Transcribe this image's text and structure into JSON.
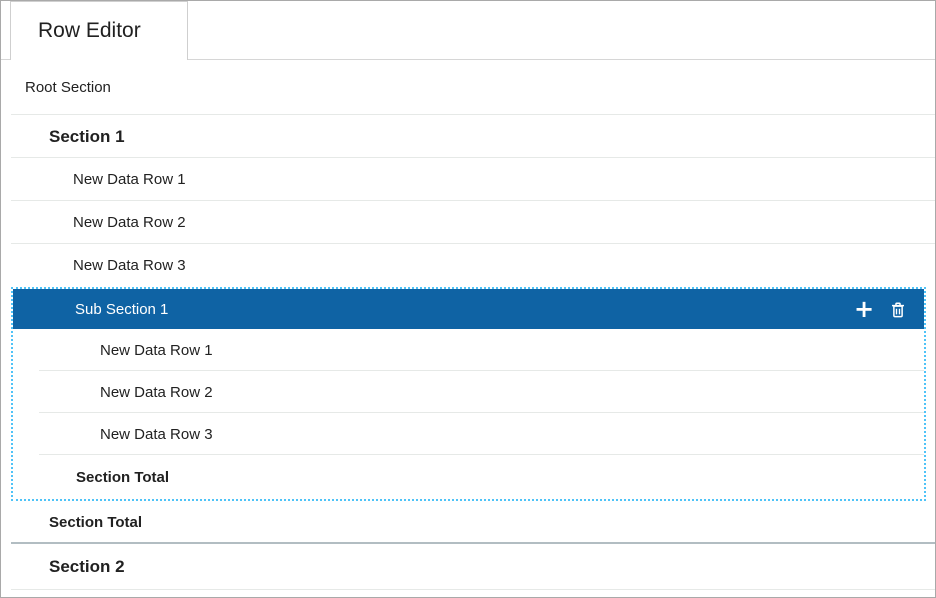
{
  "tab": {
    "label": "Row Editor"
  },
  "colors": {
    "selected_bg": "#0F63A4",
    "selection_dash": "#4FC3F7",
    "divider": "#e6e9e7",
    "divider_strong": "#b2bdc2",
    "text": "#212121",
    "frame_border": "#a9a9a9",
    "tab_border": "#cfcfcf",
    "icon": "#ffffff"
  },
  "icons": {
    "add_glyph": "+",
    "add_name": "plus-icon",
    "delete_name": "trash-icon"
  },
  "rows": {
    "root": {
      "label": "Root Section"
    },
    "section1": {
      "label": "Section 1"
    },
    "s1r1": {
      "label": "New Data Row 1"
    },
    "s1r2": {
      "label": "New Data Row 2"
    },
    "s1r3": {
      "label": "New Data Row 3"
    },
    "sub1": {
      "label": "Sub Section 1",
      "selected": true
    },
    "sub1r1": {
      "label": "New Data Row 1"
    },
    "sub1r2": {
      "label": "New Data Row 2"
    },
    "sub1r3": {
      "label": "New Data Row 3"
    },
    "sub1total": {
      "label": "Section Total"
    },
    "section1total": {
      "label": "Section Total"
    },
    "section2": {
      "label": "Section 2"
    }
  }
}
